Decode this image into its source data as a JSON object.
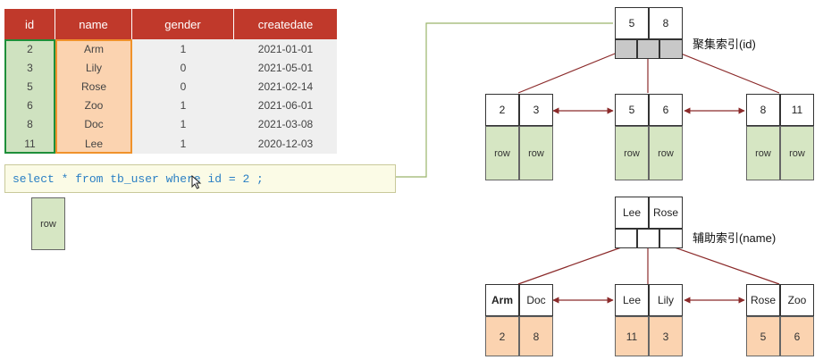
{
  "table": {
    "headers": [
      "id",
      "name",
      "gender",
      "createdate"
    ],
    "rows": [
      [
        "2",
        "Arm",
        "1",
        "2021-01-01"
      ],
      [
        "3",
        "Lily",
        "0",
        "2021-05-01"
      ],
      [
        "5",
        "Rose",
        "0",
        "2021-02-14"
      ],
      [
        "6",
        "Zoo",
        "1",
        "2021-06-01"
      ],
      [
        "8",
        "Doc",
        "1",
        "2021-03-08"
      ],
      [
        "11",
        "Lee",
        "1",
        "2020-12-03"
      ]
    ]
  },
  "query": {
    "text": "select * from tb_user where id = 2 ;"
  },
  "result": {
    "label": "row"
  },
  "clustered_index": {
    "label": "聚集索引(id)",
    "root": [
      "5",
      "8"
    ],
    "leaves": [
      {
        "keys": [
          "2",
          "3"
        ],
        "rows": [
          "row",
          "row"
        ]
      },
      {
        "keys": [
          "5",
          "6"
        ],
        "rows": [
          "row",
          "row"
        ]
      },
      {
        "keys": [
          "8",
          "11"
        ],
        "rows": [
          "row",
          "row"
        ]
      }
    ]
  },
  "secondary_index": {
    "label": "辅助索引(name)",
    "root": [
      "Lee",
      "Rose"
    ],
    "leaves": [
      {
        "keys": [
          "Arm",
          "Doc"
        ],
        "values": [
          "2",
          "8"
        ]
      },
      {
        "keys": [
          "Lee",
          "Lily"
        ],
        "values": [
          "11",
          "3"
        ]
      },
      {
        "keys": [
          "Rose",
          "Zoo"
        ],
        "values": [
          "5",
          "6"
        ]
      }
    ]
  },
  "colors": {
    "header_red": "#c0392b",
    "highlight_green": "#1e8f3a",
    "highlight_orange": "#f0922b",
    "row_green": "#d6e6c3",
    "value_orange": "#fbd3b0",
    "link_dark_red": "#8b2a2a",
    "query_link_green": "#9ab56a",
    "query_bg": "#fbfbe6"
  }
}
